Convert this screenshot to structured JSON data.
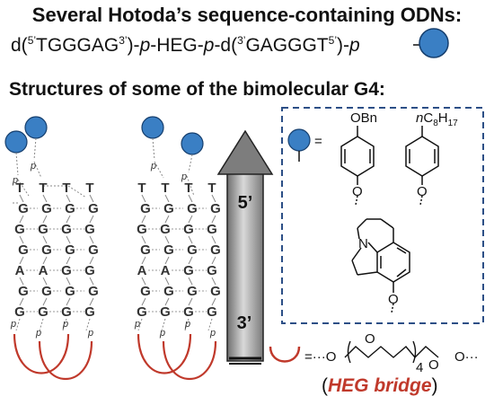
{
  "header": {
    "title": "Several Hotoda’s sequence-containing ODNs:",
    "sequence": {
      "d1": "d(",
      "sup5a": "5’",
      "seq1": "TGGGAG",
      "sup3a": "3’",
      "mid1": ")-",
      "p1": "p",
      "heg": "-HEG-",
      "p2": "p",
      "d2": "-d(",
      "sup3b": "3’",
      "seq2": "GAGGGT",
      "sup5b": "5’",
      "end": ")-",
      "p3": "p"
    },
    "subtitle": "Structures of some of the bimolecular G4:"
  },
  "arrow": {
    "top_label": "5’",
    "bottom_label": "3’"
  },
  "phosphate": "p",
  "legend": {
    "equals": "=",
    "obn": "OBn",
    "octyl_prefix": "n",
    "octyl_c": "C",
    "octyl_8": "8",
    "octyl_h": "H",
    "octyl_17": "17",
    "o": "O",
    "n": "N"
  },
  "heg": {
    "formula_prefix": "=···O",
    "o_label": "O",
    "sub4": "4",
    "o_label2": "O",
    "formula_suffix": "O···",
    "label_open": "(",
    "label": "HEG bridge",
    "label_close": ")"
  },
  "colors": {
    "blue": "#3a7fc4",
    "red": "#c0392b",
    "dash": "#2c4f86"
  },
  "strands": {
    "left": {
      "col1": [
        "T",
        "G",
        "G",
        "G",
        "A",
        "G",
        "G"
      ],
      "col2": [
        "T",
        "G",
        "G",
        "G",
        "A",
        "G",
        "G"
      ],
      "col3": [
        "T",
        "G",
        "G",
        "G",
        "G",
        "G",
        "G"
      ],
      "col4": [
        "T",
        "G",
        "G",
        "G",
        "G",
        "G",
        "G"
      ]
    },
    "right": {
      "col1": [
        "T",
        "G",
        "G",
        "G",
        "A",
        "G",
        "G"
      ],
      "col2": [
        "T",
        "G",
        "G",
        "G",
        "A",
        "G",
        "G"
      ],
      "col3": [
        "T",
        "G",
        "G",
        "G",
        "G",
        "G",
        "G"
      ],
      "col4": [
        "T",
        "G",
        "G",
        "G",
        "G",
        "G",
        "G"
      ]
    }
  }
}
